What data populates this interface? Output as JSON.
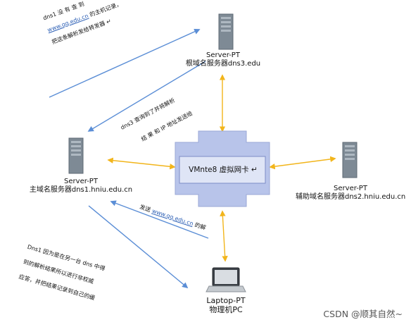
{
  "nodes": {
    "root": {
      "type": "Server-PT",
      "name": "根域名服务器dns3.edu"
    },
    "main": {
      "type": "Server-PT",
      "name": "主域名服务器dns1.hniu.edu.cn"
    },
    "aux": {
      "type": "Server-PT",
      "name": "辅助域名服务器dns2.hniu.edu.cn"
    },
    "pc": {
      "type": "Laptop-PT",
      "name": "物理机PC"
    },
    "hub": {
      "label": "VMnte8 虚拟网卡 ↵"
    }
  },
  "annotations": {
    "a1_l1": "dns1   没  有  查  到",
    "a1_link": "www.qq.edu.cn",
    "a1_l2b": " 的主机记录，",
    "a1_l3": "把这条解析发给转发器 ↵",
    "a2_l1": "dns3 查询到了并将解析",
    "a2_l2": "结 果 和  IP  地址发送给",
    "a3_pre": "发送 ",
    "a3_link": "www.qq.edu.cn",
    "a3_post": " 的解",
    "a4_l1": "Dns1 因为是在另一台 dns 中得",
    "a4_l2": "到的解析结果所以进行非权威",
    "a4_l3": "应答，并把结果记录到自己的缓"
  },
  "watermark": "CSDN @顺其自然~",
  "colors": {
    "blue_arrow": "#5b8ed6",
    "yellow_arrow": "#f2b51b",
    "hub_fill": "#b8c4ea",
    "hub_panel": "#dfe5f6",
    "server_body": "#7e8a95"
  }
}
